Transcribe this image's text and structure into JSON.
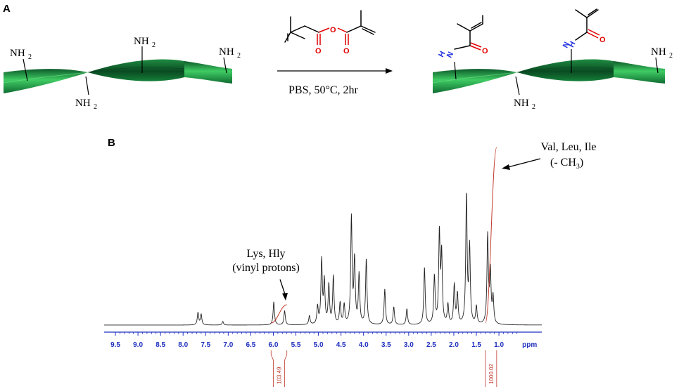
{
  "panel_a": {
    "letter": "A",
    "reactant_labels": [
      "NH",
      "NH",
      "NH",
      "NH"
    ],
    "subscript": "2",
    "reagent_atoms": {
      "bridge_o": "O",
      "carbonyl_o": "O"
    },
    "conditions": "PBS, 50°C, 2hr",
    "product_amide": {
      "n": "N",
      "h": "H",
      "o": "O"
    },
    "product_labels": [
      "NH",
      "NH"
    ],
    "colors": {
      "helix_dark": "#0d5a2a",
      "helix_light": "#3fcc63",
      "oxygen": "#e00000",
      "nitrogen": "#1f2fdd"
    }
  },
  "panel_b": {
    "letter": "B",
    "axis_unit": "ppm",
    "axis_ticks": [
      "9.5",
      "9.0",
      "8.5",
      "8.0",
      "7.5",
      "7.0",
      "6.5",
      "6.0",
      "5.5",
      "5.0",
      "4.5",
      "4.0",
      "3.5",
      "3.0",
      "2.5",
      "2.0",
      "1.5",
      "1.0"
    ],
    "annotation_vinyl": [
      "Lys, Hly",
      "(vinyl protons)"
    ],
    "annotation_methyl": [
      "Val, Leu, Ile",
      "(- CH",
      "3",
      ")"
    ],
    "integrals": [
      {
        "value": "103.49",
        "ppm_from": 6.05,
        "ppm_to": 5.7
      },
      {
        "value": "1000.02",
        "ppm_from": 1.3,
        "ppm_to": 1.05
      }
    ],
    "colors": {
      "axis": "#1f2fbf",
      "spectrum": "#222222",
      "integral": "#c0392b"
    }
  },
  "chart_data": {
    "type": "line",
    "title": "",
    "xlabel": "ppm",
    "ylabel": "",
    "xlim": [
      9.75,
      0.05
    ],
    "x_reversed": true,
    "peaks": [
      {
        "ppm": 7.67,
        "height": 0.07
      },
      {
        "ppm": 7.6,
        "height": 0.06
      },
      {
        "ppm": 7.12,
        "height": 0.02
      },
      {
        "ppm": 5.99,
        "height": 0.13
      },
      {
        "ppm": 5.75,
        "height": 0.08
      },
      {
        "ppm": 5.2,
        "height": 0.05
      },
      {
        "ppm": 5.02,
        "height": 0.1
      },
      {
        "ppm": 4.93,
        "height": 0.36
      },
      {
        "ppm": 4.87,
        "height": 0.24
      },
      {
        "ppm": 4.77,
        "height": 0.22
      },
      {
        "ppm": 4.67,
        "height": 0.27
      },
      {
        "ppm": 4.52,
        "height": 0.12
      },
      {
        "ppm": 4.43,
        "height": 0.11
      },
      {
        "ppm": 4.27,
        "height": 0.6
      },
      {
        "ppm": 4.2,
        "height": 0.36
      },
      {
        "ppm": 4.1,
        "height": 0.28
      },
      {
        "ppm": 3.94,
        "height": 0.37
      },
      {
        "ppm": 3.53,
        "height": 0.2
      },
      {
        "ppm": 3.33,
        "height": 0.1
      },
      {
        "ppm": 3.04,
        "height": 0.09
      },
      {
        "ppm": 2.65,
        "height": 0.32
      },
      {
        "ppm": 2.43,
        "height": 0.27
      },
      {
        "ppm": 2.32,
        "height": 0.51
      },
      {
        "ppm": 2.27,
        "height": 0.39
      },
      {
        "ppm": 2.13,
        "height": 0.11
      },
      {
        "ppm": 1.99,
        "height": 0.22
      },
      {
        "ppm": 1.92,
        "height": 0.17
      },
      {
        "ppm": 1.72,
        "height": 0.73
      },
      {
        "ppm": 1.65,
        "height": 0.43
      },
      {
        "ppm": 1.5,
        "height": 0.1
      },
      {
        "ppm": 1.25,
        "height": 0.5
      },
      {
        "ppm": 1.19,
        "height": 0.29
      },
      {
        "ppm": 1.13,
        "height": 0.15
      }
    ]
  }
}
